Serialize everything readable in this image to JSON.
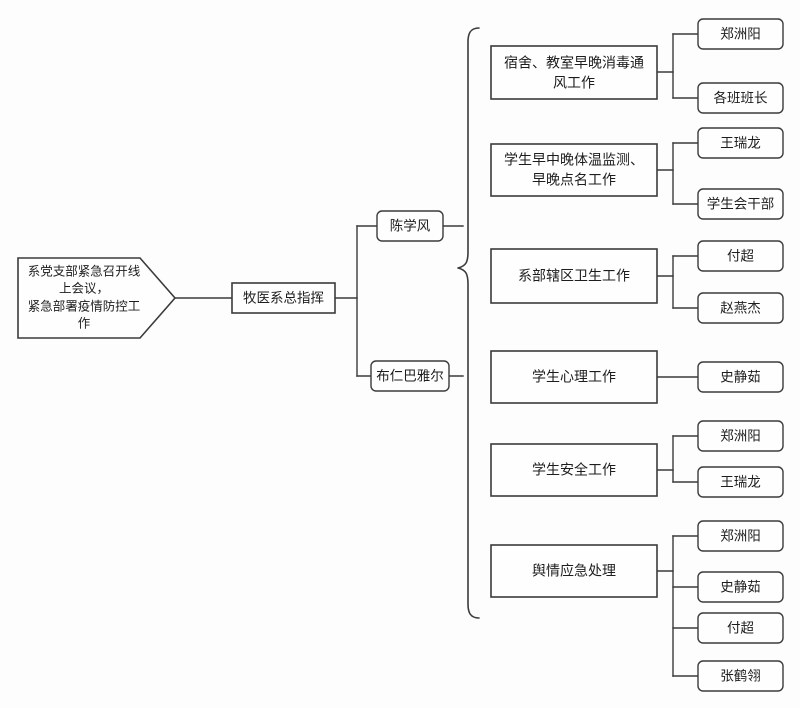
{
  "diagram": {
    "type": "organization-flow-chart",
    "title_node": {
      "label_lines": [
        "系党支部紧急召开线",
        "上会议，",
        "紧急部署疫情防控工",
        "作"
      ],
      "shape": "arrow-pentagon"
    },
    "commander": {
      "label": "牧医系总指挥"
    },
    "leaders": [
      {
        "label": "陈学风"
      },
      {
        "label": "布仁巴雅尔"
      }
    ],
    "tasks": [
      {
        "label_lines": [
          "宿舍、教室早晚消毒通",
          "风工作"
        ],
        "assignees": [
          {
            "label": "郑洲阳"
          },
          {
            "label": "各班班长"
          }
        ]
      },
      {
        "label_lines": [
          "学生早中晚体温监测、",
          "早晚点名工作"
        ],
        "assignees": [
          {
            "label": "王瑞龙"
          },
          {
            "label": "学生会干部"
          }
        ]
      },
      {
        "label_lines": [
          "系部辖区卫生工作"
        ],
        "assignees": [
          {
            "label": "付超"
          },
          {
            "label": "赵燕杰"
          }
        ]
      },
      {
        "label_lines": [
          "学生心理工作"
        ],
        "assignees": [
          {
            "label": "史静茹"
          }
        ]
      },
      {
        "label_lines": [
          "学生安全工作"
        ],
        "assignees": [
          {
            "label": "郑洲阳"
          },
          {
            "label": "王瑞龙"
          }
        ]
      },
      {
        "label_lines": [
          "舆情应急处理"
        ],
        "assignees": [
          {
            "label": "郑洲阳"
          },
          {
            "label": "史静茹"
          },
          {
            "label": "付超"
          },
          {
            "label": "张鹤翎"
          }
        ]
      }
    ],
    "colors": {
      "background": "#fdfdfd",
      "node_fill": "#fefefe",
      "stroke": "#3b3b3b",
      "text": "#1d1d1d"
    }
  }
}
